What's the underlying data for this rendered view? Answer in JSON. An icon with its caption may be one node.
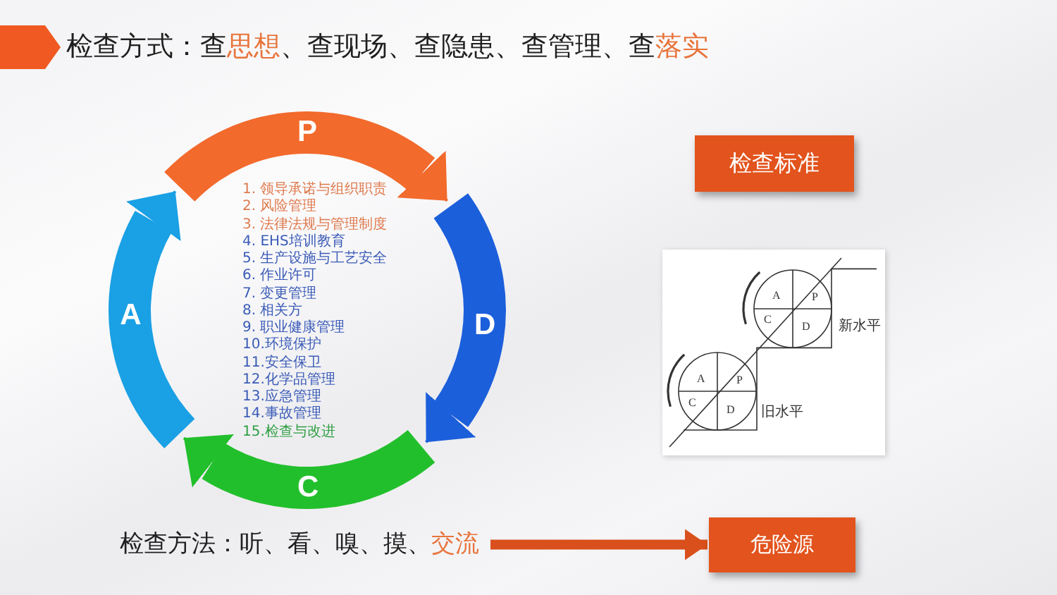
{
  "diagram": {
    "title": "检查方式：查**思想**、查现场、查隐患、查管理、查**落实**",
    "nodes": [
      {
        "text": [
          "P"
        ]
      },
      {
        "text": [
          "D"
        ]
      },
      {
        "text": [
          "C"
        ]
      },
      {
        "text": [
          "A"
        ]
      },
      {
        "text": [
          "检查标准"
        ]
      },
      {
        "text": [
          "检查方法：听、看、嗅、摸、**交流**"
        ]
      },
      {
        "text": [
          "危险源"
        ]
      }
    ],
    "edges": [
      {
        "from": 0,
        "to": 1,
        "arrow": "to",
        "color": "#f26a2c"
      },
      {
        "from": 1,
        "to": 2,
        "arrow": "to",
        "color": "#1c5fdb"
      },
      {
        "from": 2,
        "to": 3,
        "arrow": "to",
        "color": "#22bf2c"
      },
      {
        "from": 3,
        "to": 0,
        "arrow": "to",
        "color": "#1aa0e4"
      },
      {
        "from": 5,
        "to": 6,
        "arrow": "to",
        "style": "thick",
        "color": "#d9501c"
      }
    ],
    "labels": [
      "1. 领导承诺与组织职责",
      "2. 风险管理",
      "3. 法律法规与管理制度",
      "4. EHS培训教育",
      "5. 生产设施与工艺安全",
      "6. 作业许可",
      "7. 变更管理",
      "8. 相关方",
      "9. 职业健康管理",
      "10.环境保护",
      "11.安全保卫",
      "12.化学品管理",
      "13.应急管理",
      "14.事故管理",
      "15.检查与改进",
      "A",
      "P",
      "C",
      "D",
      "新水平",
      "A",
      "P",
      "C",
      "D",
      "旧水平"
    ]
  }
}
